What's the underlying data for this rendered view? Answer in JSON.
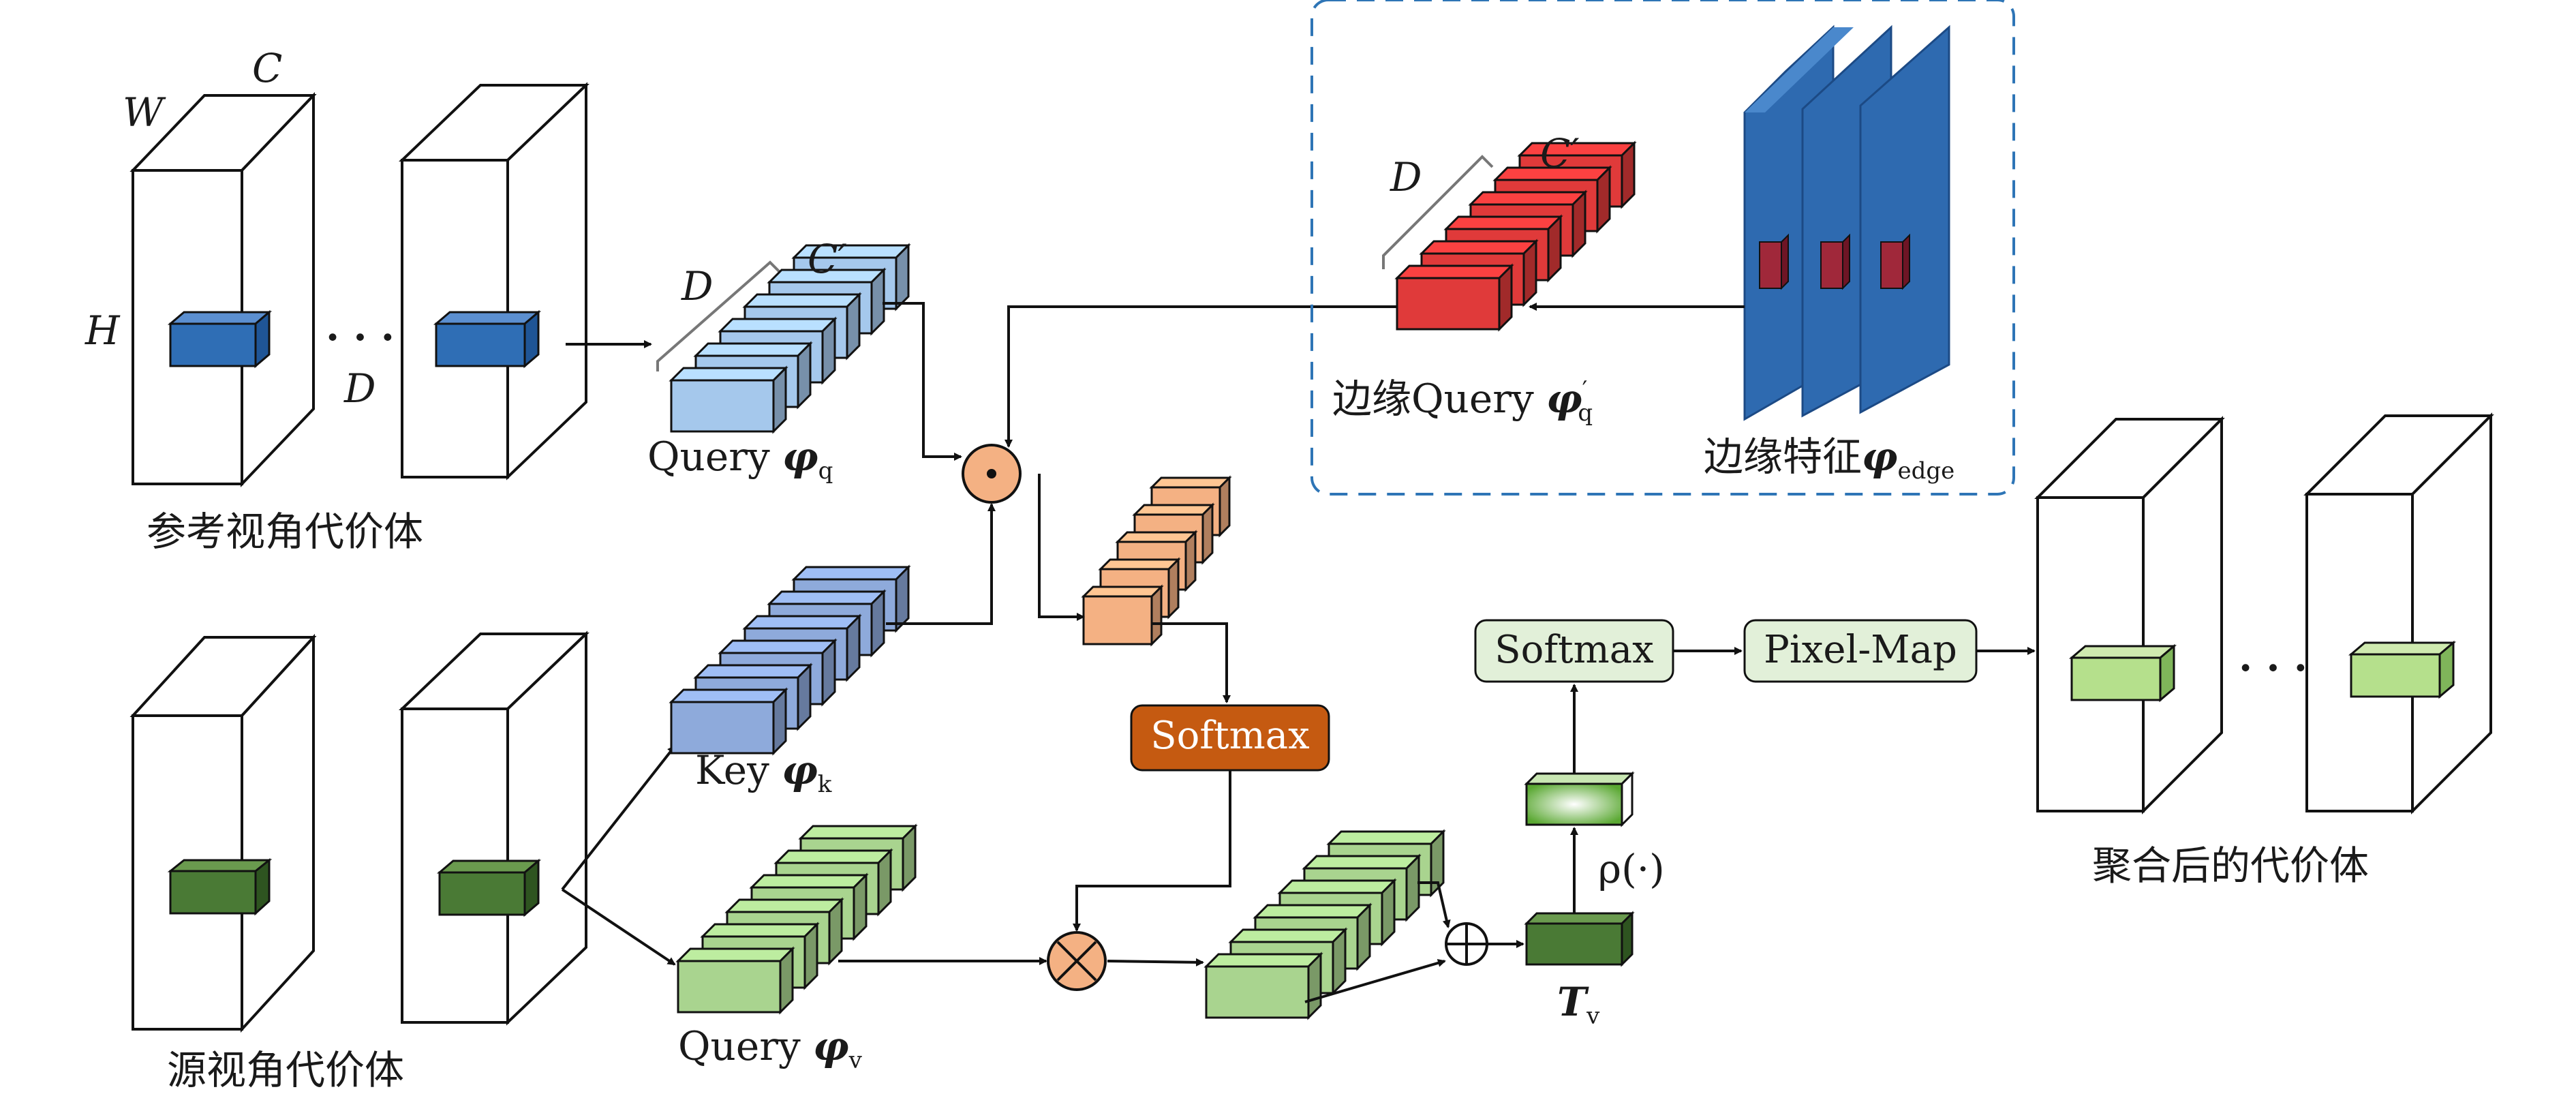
{
  "colors": {
    "blue_block": "#2f6eb5",
    "dark_green_block": "#4a7a35",
    "light_green_block": "#b5e08c",
    "query_blue": "#a5c8ec",
    "key_blue": "#8eaadb",
    "value_green": "#a9d48f",
    "orange_block": "#f4b183",
    "red_block": "#e03a3a",
    "edge_plane": "#2e6ab0",
    "softmax_orange": "#c55a11",
    "softmax_light": "#e2f0d9",
    "dashed_box": "#2e75b6"
  },
  "labels": {
    "ref_volume": "参考视角代价体",
    "src_volume": "源视角代价体",
    "agg_volume": "聚合后的代价体",
    "dim_W": "W",
    "dim_C": "C",
    "dim_H": "H",
    "dim_D": "D",
    "dots": "· · ·",
    "dim_D2": "D",
    "dim_Cp": "C′",
    "query_q_text": "Query ",
    "phi": "φ",
    "sub_q": "q",
    "key_text": "Key ",
    "sub_k": "k",
    "query_v_text": "Query ",
    "sub_v": "v",
    "edge_query_text": "边缘Query ",
    "sub_q_prime": "q",
    "prime": "′",
    "edge_feat_text": "边缘特征",
    "sub_edge": "edge",
    "dim_D3": "D",
    "dim_Cp2": "C′",
    "softmax1": "Softmax",
    "softmax2": "Softmax",
    "pixel_map": "Pixel-Map",
    "rho": "ρ(·)",
    "T": "T",
    "sub_v2": "v",
    "dot_op": "⊙",
    "times_op": "⊗",
    "plus_op": "⊕"
  }
}
